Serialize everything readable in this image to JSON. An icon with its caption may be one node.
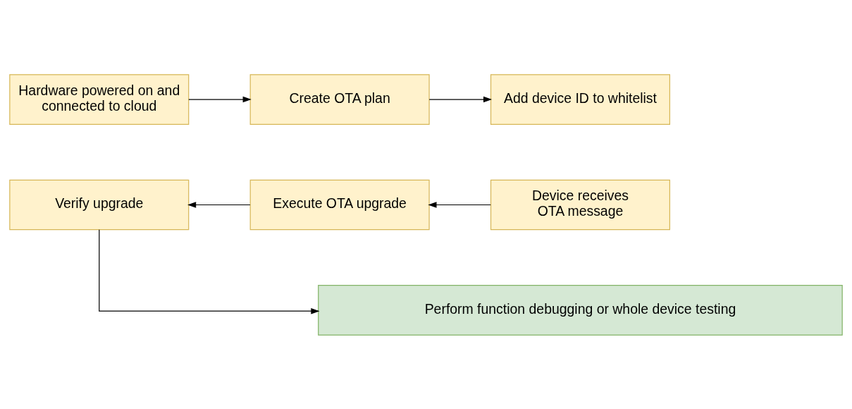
{
  "diagram": {
    "nodes": [
      {
        "text": [
          "Hardware powered on and connected to cloud"
        ]
      },
      {
        "text": [
          "Create OTA plan"
        ]
      },
      {
        "text": [
          "Add device ID to whitelist"
        ]
      },
      {
        "text": [
          "Device receives OTA message"
        ]
      },
      {
        "text": [
          "Execute OTA upgrade"
        ]
      },
      {
        "text": [
          "Verify upgrade"
        ]
      },
      {
        "text": [
          "Perform function debugging or whole device testing"
        ]
      }
    ],
    "edges": [
      {
        "from": 0,
        "to": 1,
        "arrow": "to"
      },
      {
        "from": 1,
        "to": 2,
        "arrow": "to"
      },
      {
        "from": 3,
        "to": 4,
        "arrow": "to"
      },
      {
        "from": 4,
        "to": 5,
        "arrow": "to"
      },
      {
        "from": 5,
        "to": 6,
        "arrow": "to"
      }
    ]
  }
}
